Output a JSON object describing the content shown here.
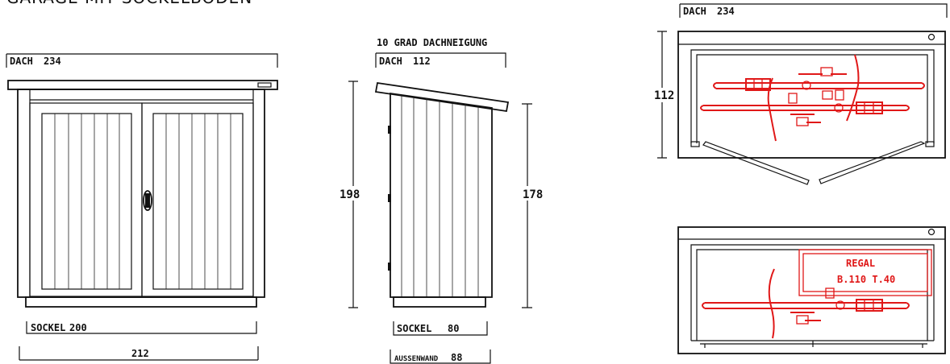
{
  "title": "GARAGE MIT SOCKELBODEN",
  "front_view": {
    "dach_label": "DACH",
    "dach_value": "234",
    "sockel_label": "SOCKEL",
    "sockel_value": "200",
    "width_value": "212"
  },
  "side_view": {
    "slope_label": "10 GRAD DACHNEIGUNG",
    "dach_label": "DACH",
    "dach_value": "112",
    "height_front": "198",
    "height_back": "178",
    "sockel_label": "SOCKEL",
    "sockel_value": "80",
    "wall_label": "AUSSENWAND",
    "wall_value": "88"
  },
  "top_view_1": {
    "dach_label": "DACH",
    "dach_value": "234",
    "depth_value": "112"
  },
  "top_view_2": {
    "shelf_line1": "REGAL",
    "shelf_line2": "B.110 T.40"
  },
  "colors": {
    "line": "#111111",
    "accent": "#e01818",
    "background": "#ffffff"
  }
}
